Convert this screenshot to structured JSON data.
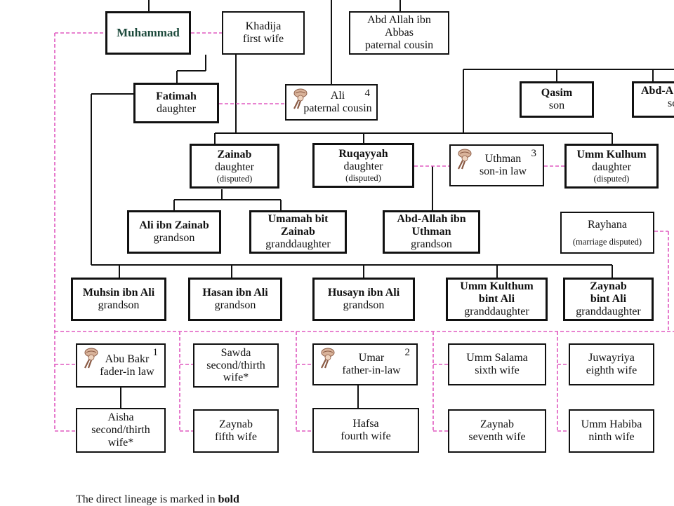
{
  "people": {
    "muhammad": {
      "name": "Muhammad"
    },
    "khadija": {
      "name": "Khadija",
      "role": "first wife"
    },
    "abd_allah_ibn_abbas": {
      "line1": "Abd Allah ibn",
      "line2": "Abbas",
      "role": "paternal cousin"
    },
    "fatimah": {
      "name": "Fatimah",
      "role": "daughter"
    },
    "ali": {
      "name": "Ali",
      "role": "paternal cousin",
      "number": "4"
    },
    "qasim": {
      "name": "Qasim",
      "role": "son"
    },
    "abd_a": {
      "name": "Abd-A",
      "role": "so"
    },
    "zainab": {
      "name": "Zainab",
      "role": "daughter",
      "note": "(disputed)"
    },
    "ruqayyah": {
      "name": "Ruqayyah",
      "role": "daughter",
      "note": "(disputed)"
    },
    "uthman": {
      "name": "Uthman",
      "role": "son-in law",
      "number": "3"
    },
    "umm_kulhum": {
      "name": "Umm Kulhum",
      "role": "daughter",
      "note": "(disputed)"
    },
    "ali_ibn_zainab": {
      "name": "Ali ibn Zainab",
      "role": "grandson"
    },
    "umamah": {
      "line1": "Umamah bit",
      "line2": "Zainab",
      "role": "granddaughter"
    },
    "abd_allah_ibn_uthman": {
      "line1": "Abd-Allah ibn",
      "line2": "Uthman",
      "role": "grandson"
    },
    "rayhana": {
      "name": "Rayhana",
      "note": "(marriage disputed)"
    },
    "muhsin": {
      "name": "Muhsin ibn Ali",
      "role": "grandson"
    },
    "hasan": {
      "name": "Hasan ibn Ali",
      "role": "grandson"
    },
    "husayn": {
      "name": "Husayn ibn Ali",
      "role": "grandson"
    },
    "umm_kulthum_bint_ali": {
      "line1": "Umm Kulthum",
      "line2": "bint Ali",
      "role": "granddaughter"
    },
    "zaynab_bint_ali": {
      "line1": "Zaynab",
      "line2": "bint Ali",
      "role": "granddaughter"
    },
    "abu_bakr": {
      "name": "Abu Bakr",
      "role": "fader-in law",
      "number": "1"
    },
    "sawda": {
      "name": "Sawda",
      "role1": "second/thirth",
      "role2": "wife*"
    },
    "umar": {
      "name": "Umar",
      "role": "father-in-law",
      "number": "2"
    },
    "umm_salama": {
      "name": "Umm Salama",
      "role": "sixth wife"
    },
    "juwayriya": {
      "name": "Juwayriya",
      "role": "eighth wife"
    },
    "aisha": {
      "name": "Aisha",
      "role1": "second/thirth",
      "role2": "wife*"
    },
    "zaynab_fifth": {
      "name": "Zaynab",
      "role": "fifth wife"
    },
    "hafsa": {
      "name": "Hafsa",
      "role": "fourth wife"
    },
    "zaynab_seventh": {
      "name": "Zaynab",
      "role": "seventh wife"
    },
    "umm_habiba": {
      "name": "Umm Habiba",
      "role": "ninth wife"
    }
  },
  "footnote": {
    "text": "The direct lineage is marked in ",
    "bold": "bold"
  },
  "colors": {
    "line": "#111111",
    "marriage": "#e05ac0",
    "muhammad_text": "#1d4a3c"
  },
  "icons": [
    "turban-icon"
  ]
}
